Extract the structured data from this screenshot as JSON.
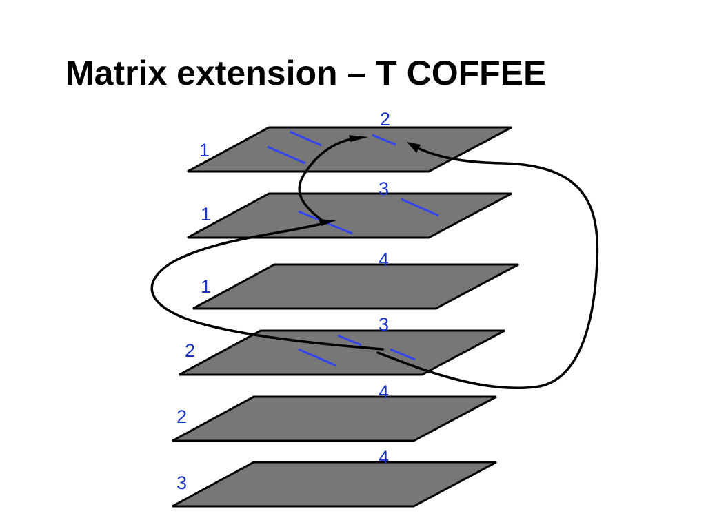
{
  "slide": {
    "title": "Matrix extension – T COFFEE"
  },
  "colors": {
    "plane_fill": "#777777",
    "plane_stroke": "#000000",
    "label": "#1a33c8",
    "segment": "#3344ee",
    "arrow": "#000000"
  },
  "planes": [
    {
      "left_label": "1",
      "top_label": "2"
    },
    {
      "left_label": "1",
      "top_label": "3"
    },
    {
      "left_label": "1",
      "top_label": "4"
    },
    {
      "left_label": "2",
      "top_label": "3"
    },
    {
      "left_label": "2",
      "top_label": "4"
    },
    {
      "left_label": "3",
      "top_label": "4"
    }
  ]
}
